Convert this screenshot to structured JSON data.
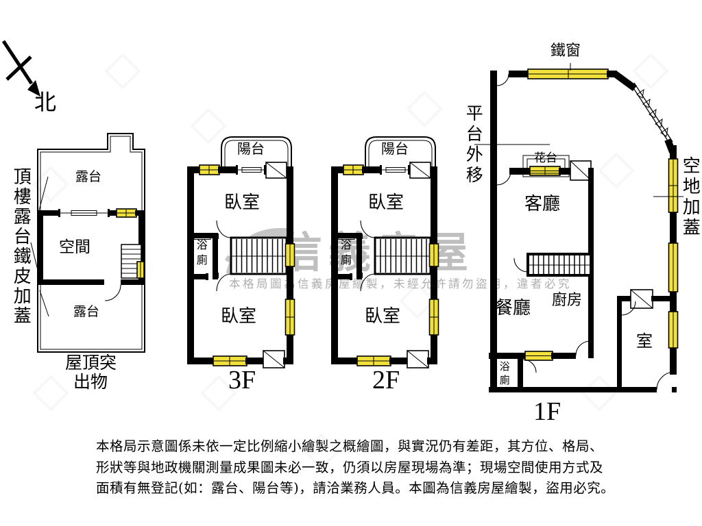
{
  "compass": {
    "north_label": "北"
  },
  "rooftop": {
    "annotation": "頂樓露台鐵皮加蓋",
    "terrace_top": "露台",
    "space": "空間",
    "terrace_bottom": "露台",
    "caption_line1": "屋頂突",
    "caption_line2": "出物"
  },
  "floor3": {
    "label": "3F",
    "balcony": "陽台",
    "bedroom_top": "臥室",
    "bath": "浴廁",
    "bedroom_bottom": "臥室"
  },
  "floor2": {
    "label": "2F",
    "balcony": "陽台",
    "bedroom_top": "臥室",
    "bath": "浴廁",
    "bedroom_bottom": "臥室"
  },
  "floor1": {
    "label": "1F",
    "iron_window": "鐵窗",
    "platform_annotation": "平台外移",
    "flower_bed": "花台",
    "living_room": "客廳",
    "dining_room": "餐廳",
    "kitchen": "廚房",
    "bath": "浴廁",
    "room": "室",
    "open_land_annotation": "空地加蓋"
  },
  "watermark": {
    "brand": "信義房屋",
    "notice": "本格局圖為信義房屋繪製，未經允許請勿盜用，違者必究"
  },
  "disclaimer": {
    "line1": "本格局示意圖係未依一定比例縮小繪製之概繪圖，與實況仍有差距，其方位、格局、",
    "line2": "形狀等與地政機關測量成果圖未必一致，仍須以房屋現場為準；現場空間使用方式及",
    "line3": "面積有無登記(如：露台、陽台等)，請洽業務人員。本圖為信義房屋繪製，盜用必究。"
  },
  "colors": {
    "window_yellow": "#F2E13C",
    "wall_black": "#000000",
    "watermark_gray": "#8C8C8C"
  }
}
